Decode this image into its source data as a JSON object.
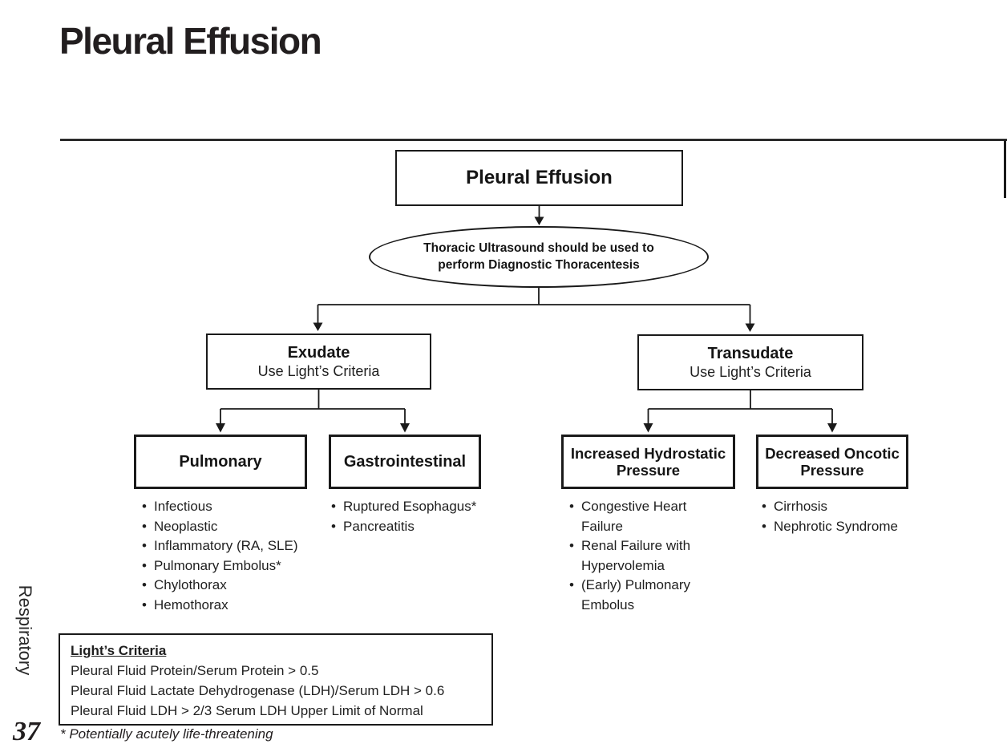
{
  "page": {
    "title": "Pleural Effusion",
    "page_number": "37",
    "chapter_tab": "Respiratory",
    "footnote": "* Potentially acutely life-threatening"
  },
  "flowchart": {
    "root_label": "Pleural Effusion",
    "ultrasound_note_lines": [
      "Thoracic Ultrasound should be used to",
      "perform Diagnostic Thoracentesis"
    ],
    "exudate_title": "Exudate",
    "exudate_subtitle": "Use Light’s Criteria",
    "transudate_title": "Transudate",
    "transudate_subtitle": "Use Light’s Criteria",
    "pulmonary_title": "Pulmonary",
    "pulmonary_items": [
      "Infectious",
      "Neoplastic",
      "Inflammatory (RA, SLE)",
      "Pulmonary Embolus*",
      "Chylothorax",
      "Hemothorax"
    ],
    "gastro_title": "Gastrointestinal",
    "gastro_items": [
      "Ruptured Esophagus*",
      "Pancreatitis"
    ],
    "hydro_title_lines": [
      "Increased Hydrostatic",
      "Pressure"
    ],
    "hydro_items": [
      "Congestive Heart Failure",
      "Renal Failure with Hypervolemia",
      "(Early) Pulmonary Embolus"
    ],
    "oncotic_title_lines": [
      "Decreased Oncotic",
      "Pressure"
    ],
    "oncotic_items": [
      "Cirrhosis",
      "Nephrotic Syndrome"
    ]
  },
  "lights_criteria": {
    "title": "Light’s Criteria",
    "rules": [
      "Pleural Fluid Protein/Serum Protein > 0.5",
      "Pleural Fluid Lactate Dehydrogenase (LDH)/Serum LDH > 0.6",
      "Pleural Fluid LDH > 2/3 Serum LDH Upper Limit of Normal"
    ]
  },
  "colors": {
    "ink": "#1f1f1f",
    "line": "#1a1a1a",
    "background": "#ffffff"
  }
}
